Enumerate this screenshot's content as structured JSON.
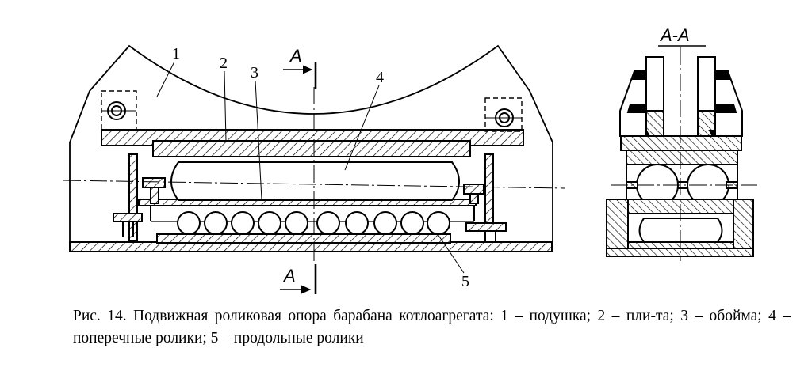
{
  "figure": {
    "labels": {
      "part_1": "1",
      "part_2": "2",
      "part_3": "3",
      "part_4": "4",
      "part_5": "5"
    },
    "section_mark": "A",
    "section_title": "A-A"
  },
  "caption": {
    "text": "Рис. 14. Подвижная роликовая опора барабана котлоагрегата: 1 – подушка; 2 – пли-та; 3 – обойма; 4 – поперечные ролики; 5 – продольные ролики"
  }
}
